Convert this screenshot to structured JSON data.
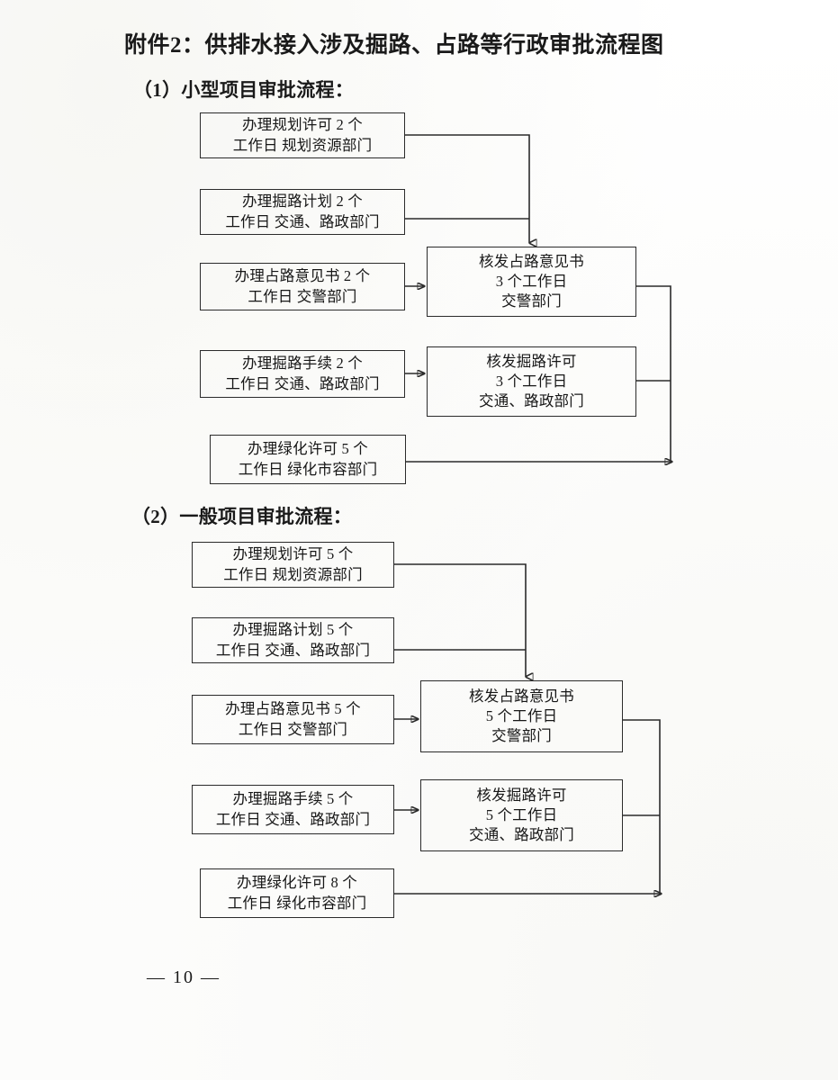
{
  "document": {
    "title": "附件2：供排水接入涉及掘路、占路等行政审批流程图",
    "page_number_label": "— 10 —"
  },
  "sections": [
    {
      "heading": "（1）小型项目审批流程：",
      "left_boxes": [
        {
          "line1": "办理规划许可 2 个",
          "line2": "工作日  规划资源部门"
        },
        {
          "line1": "办理掘路计划 2 个",
          "line2": "工作日  交通、路政部门"
        },
        {
          "line1": "办理占路意见书 2 个",
          "line2": "工作日  交警部门"
        },
        {
          "line1": "办理掘路手续  2 个",
          "line2": "工作日  交通、路政部门"
        },
        {
          "line1": "办理绿化许可 5 个",
          "line2": "工作日  绿化市容部门"
        }
      ],
      "right_boxes": [
        {
          "line1": "核发占路意见书",
          "line2": "3 个工作日",
          "line3": "交警部门"
        },
        {
          "line1": "核发掘路许可",
          "line2": "3 个工作日",
          "line3": "交通、路政部门"
        }
      ]
    },
    {
      "heading": "（2）一般项目审批流程：",
      "left_boxes": [
        {
          "line1": "办理规划许可 5 个",
          "line2": "工作日  规划资源部门"
        },
        {
          "line1": "办理掘路计划 5 个",
          "line2": "工作日  交通、路政部门"
        },
        {
          "line1": "办理占路意见书 5 个",
          "line2": "工作日  交警部门"
        },
        {
          "line1": "办理掘路手续 5 个",
          "line2": "工作日  交通、路政部门"
        },
        {
          "line1": "办理绿化许可 8 个",
          "line2": "工作日  绿化市容部门"
        }
      ],
      "right_boxes": [
        {
          "line1": "核发占路意见书",
          "line2": "5 个工作日",
          "line3": "交警部门"
        },
        {
          "line1": "核发掘路许可",
          "line2": "5 个工作日",
          "line3": "交通、路政部门"
        }
      ]
    }
  ],
  "colors": {
    "ink": "#2b2b2b",
    "paper": "#fefefe"
  }
}
